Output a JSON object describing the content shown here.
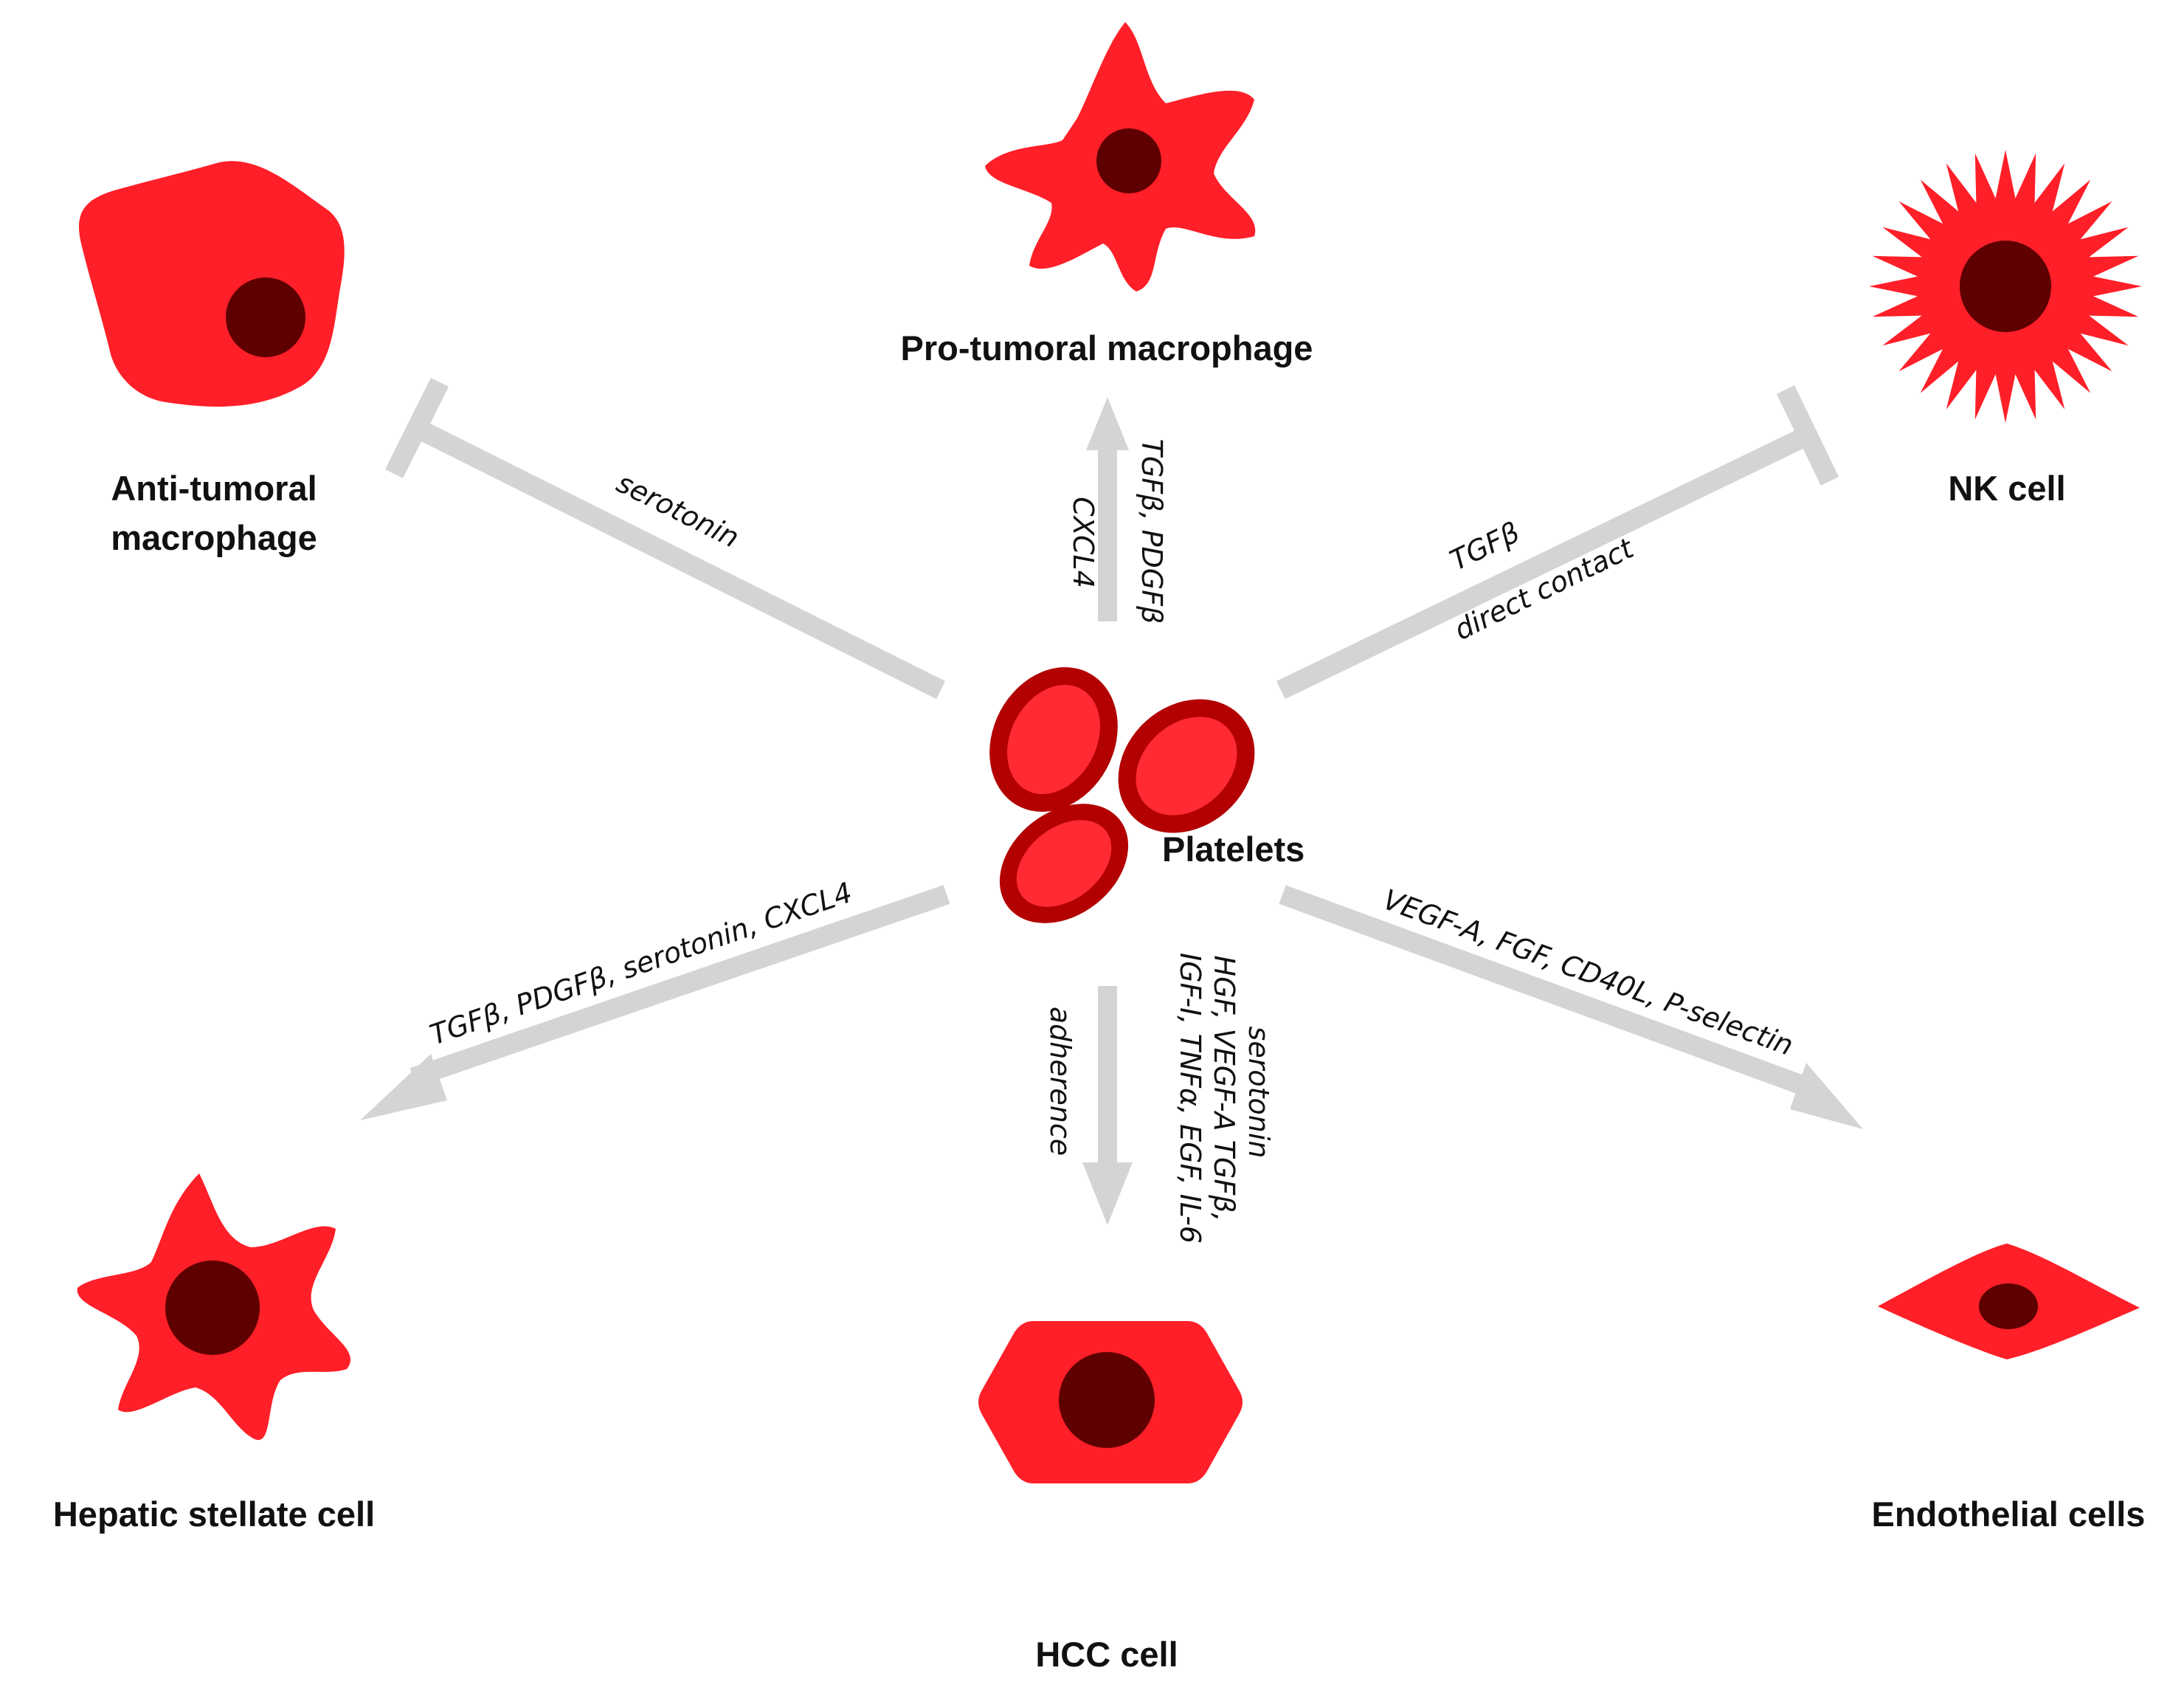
{
  "colors": {
    "cell_body": "#ff1f28",
    "nucleus": "#5e0000",
    "platelet_rim": "#b30000",
    "platelet_core": "#ff2a33",
    "connector": "#d4d4d4",
    "text": "#111111"
  },
  "center": {
    "label": "Platelets"
  },
  "cells": {
    "anti_tumoral_macrophage": {
      "line1": "Anti-tumoral",
      "line2": "macrophage"
    },
    "pro_tumoral_macrophage": {
      "label": "Pro-tumoral macrophage"
    },
    "nk_cell": {
      "label": "NK cell"
    },
    "hepatic_stellate_cell": {
      "label": "Hepatic stellate cell"
    },
    "hcc_cell": {
      "label": "HCC cell"
    },
    "endothelial_cells": {
      "label": "Endothelial cells"
    }
  },
  "interactions": {
    "to_anti_tumoral": {
      "type": "inhibit",
      "mediators": [
        "serotonin"
      ]
    },
    "to_pro_tumoral": {
      "type": "promote",
      "mediators_right": "TGFβ, PDGFβ",
      "mediators_left": "CXCL4"
    },
    "to_nk": {
      "type": "inhibit",
      "mediators_top": "TGFβ",
      "mediators_bottom": "direct contact"
    },
    "to_stellate": {
      "type": "promote",
      "mediators": "TGFβ, PDGFβ, serotonin, CXCL4"
    },
    "to_hcc": {
      "type": "promote",
      "mediators_left": "adherence",
      "mediators_right_line1": "serotonin",
      "mediators_right_line2": "HGF, VEGF-A TGFβ,",
      "mediators_right_line3": "IGF-I, TNFα, EGF, IL-6"
    },
    "to_endothelial": {
      "type": "promote",
      "mediators": "VEGF-A, FGF,  CD40L, P-selectin"
    }
  }
}
